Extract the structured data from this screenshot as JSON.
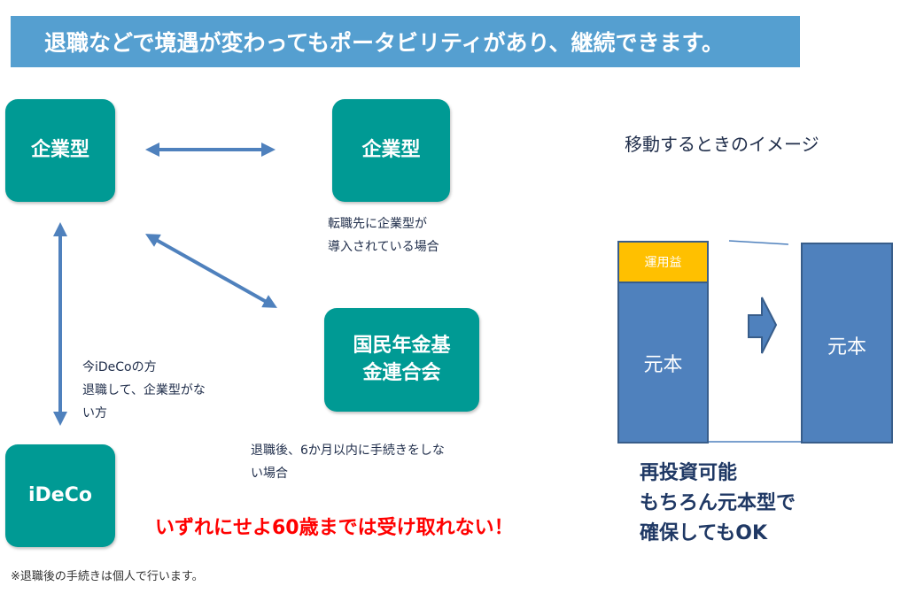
{
  "banner": {
    "title": "退職などで境遇が変わってもポータビリティがあり、継続できます。"
  },
  "boxes": {
    "corp_left": "企業型",
    "corp_right": "企業型",
    "kokumin_line1": "国民年金基",
    "kokumin_line2": "金連合会",
    "ideco": "iDeCo"
  },
  "notes": {
    "job_change": [
      "転職先に企業型が",
      "導入されている場合"
    ],
    "ideco_people": [
      "今iDeCoの方",
      "退職して、企業型がな",
      "い方"
    ],
    "no_procedure": [
      "退職後、6か月以内に手続きをしな",
      "い場合"
    ]
  },
  "warning": "いずれにせよ60歳までは受け取れない！",
  "footnote": "※退職後の手続きは個人で行います。",
  "image": {
    "title": "移動するときのイメージ",
    "gain_label": "運用益",
    "principal_left": "元本",
    "principal_right": "元本"
  },
  "summary": [
    "再投資可能",
    "もちろん元本型で",
    "確保してもOK"
  ],
  "colors": {
    "banner": "#559fd0",
    "box": "#009a94",
    "arrow": "#4f81bd",
    "gain": "#ffc000",
    "warning": "#ff0000"
  }
}
